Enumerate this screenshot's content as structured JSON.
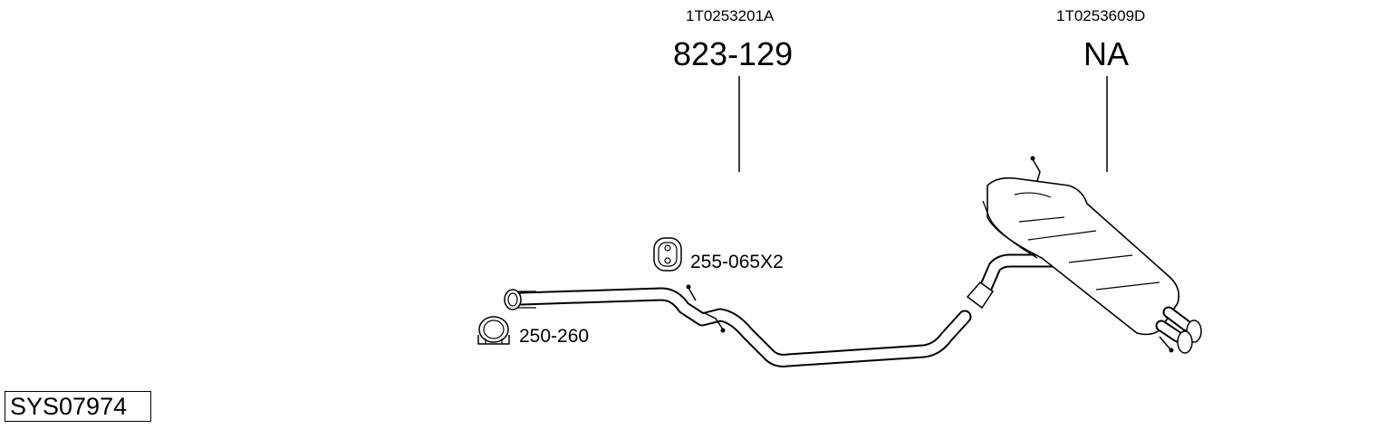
{
  "system_code": "SYS07974",
  "parts": [
    {
      "oem": "1T0253201A",
      "part_number": "823-129"
    },
    {
      "oem": "1T0253609D",
      "part_number": "NA"
    }
  ],
  "accessories": [
    {
      "part_number": "255-065X2",
      "icon": "rubber-hanger-icon"
    },
    {
      "part_number": "250-260",
      "icon": "pipe-clamp-icon"
    }
  ]
}
